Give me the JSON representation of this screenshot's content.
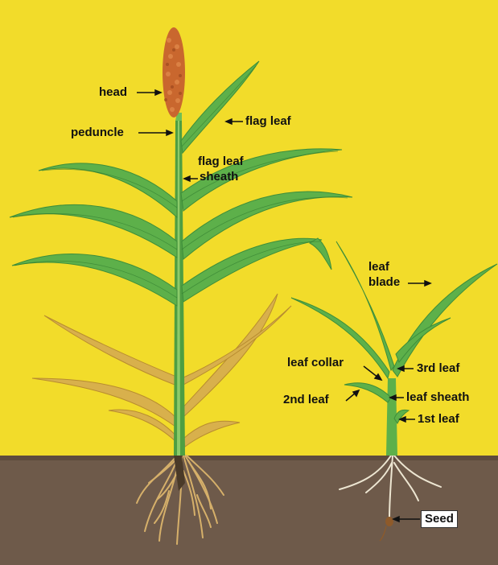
{
  "labels": {
    "head": "head",
    "peduncle": "peduncle",
    "flag_leaf": "flag leaf",
    "flag_leaf_sheath_line1": "flag leaf",
    "flag_leaf_sheath_line2": "sheath",
    "leaf_blade_line1": "leaf",
    "leaf_blade_line2": "blade",
    "leaf_collar": "leaf collar",
    "third_leaf": "3rd leaf",
    "second_leaf": "2nd leaf",
    "leaf_sheath": "leaf sheath",
    "first_leaf": "1st leaf",
    "seed": "Seed"
  },
  "colors": {
    "background": "#F2DC2A",
    "soil": "#6E5A4A",
    "leaf": "#5DB04A",
    "leaf_dark": "#3E8E3A",
    "dry_leaf": "#D8B04C",
    "head": "#C9672E",
    "root_old": "#D6B06A",
    "root_young": "#EDE6D2"
  }
}
